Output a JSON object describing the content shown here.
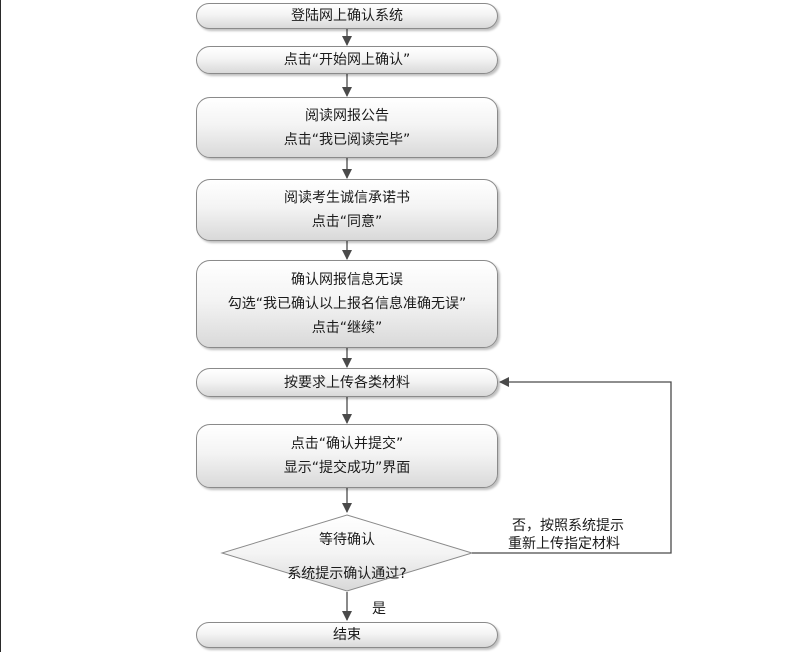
{
  "steps": [
    {
      "lines": [
        "登陆网上确认系统"
      ]
    },
    {
      "lines": [
        "点击“开始网上确认”"
      ]
    },
    {
      "lines": [
        "阅读网报公告",
        "点击“我已阅读完毕”"
      ]
    },
    {
      "lines": [
        "阅读考生诚信承诺书",
        "点击“同意”"
      ]
    },
    {
      "lines": [
        "确认网报信息无误",
        "勾选“我已确认以上报名信息准确无误”",
        "点击“继续”"
      ]
    },
    {
      "lines": [
        "按要求上传各类材料"
      ]
    },
    {
      "lines": [
        "点击“确认并提交”",
        "显示“提交成功”界面"
      ]
    }
  ],
  "decision": {
    "line1": "等待确认",
    "line2": "系统提示确认通过?"
  },
  "no_branch": {
    "line1": "否，按照系统提示",
    "line2": "重新上传指定材料"
  },
  "yes_label": "是",
  "end": {
    "label": "结束"
  },
  "colors": {
    "box_border": "#8a8a8a",
    "arrow": "#4a4a4a",
    "box_gradient_bottom": "#d9d9d9"
  }
}
